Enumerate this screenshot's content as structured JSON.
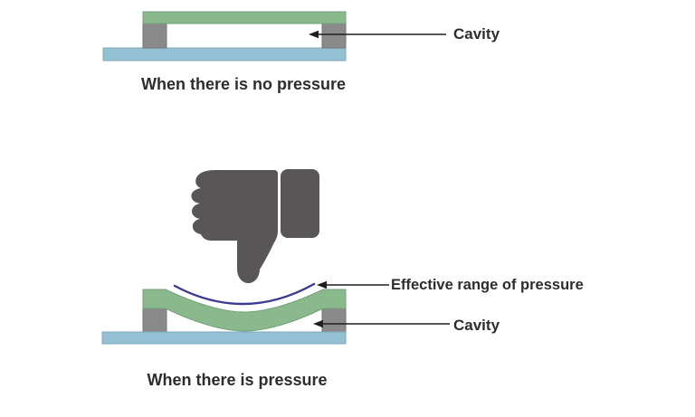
{
  "colors": {
    "background": "#ffffff",
    "green": "#8ab98d",
    "green_edge": "#74a17a",
    "blue": "#94c0d3",
    "blue_edge": "#7fa9be",
    "gray": "#8a8a8a",
    "gray_edge": "#757575",
    "dark": "#595657",
    "purple": "#3c3a92",
    "arrow": "#1f1f1f",
    "text": "#2d2d2d"
  },
  "diagram_no_pressure": {
    "caption": "When there is no pressure",
    "cavity_label": "Cavity"
  },
  "diagram_pressure": {
    "caption": "When there is pressure",
    "cavity_label": "Cavity",
    "effective_range_label": "Effective range of pressure",
    "press_icon": "thumbs-down-icon"
  }
}
